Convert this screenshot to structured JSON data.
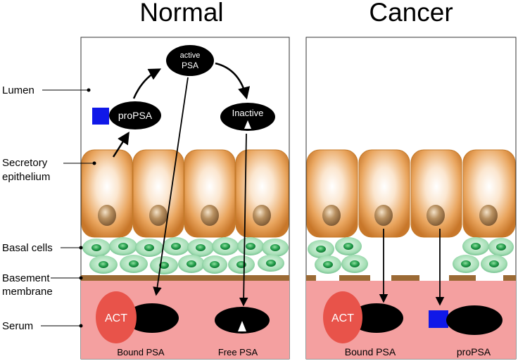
{
  "titles": {
    "normal": "Normal",
    "cancer": "Cancer"
  },
  "side_labels": {
    "lumen": "Lumen",
    "secretory_line1": "Secretory",
    "secretory_line2": "epithelium",
    "basal": "Basal cells",
    "basement_line1": "Basement",
    "basement_line2": "membrane",
    "serum": "Serum"
  },
  "molecules": {
    "active_line1": "active",
    "active_line2": "PSA",
    "inactive": "Inactive",
    "propsa": "proPSA",
    "act": "ACT"
  },
  "serum_labels": {
    "normal_bound": "Bound PSA",
    "normal_free": "Free PSA",
    "cancer_bound": "Bound PSA",
    "cancer_propsa": "proPSA"
  },
  "colors": {
    "serum": "#f4a0a0",
    "membrane": "#9b6a35",
    "cell_edge": "#c47a2a",
    "basal_cell": "#7fcf9c",
    "act": "#e8534a",
    "pro_square": "#1018e8",
    "molecule": "#000000"
  }
}
